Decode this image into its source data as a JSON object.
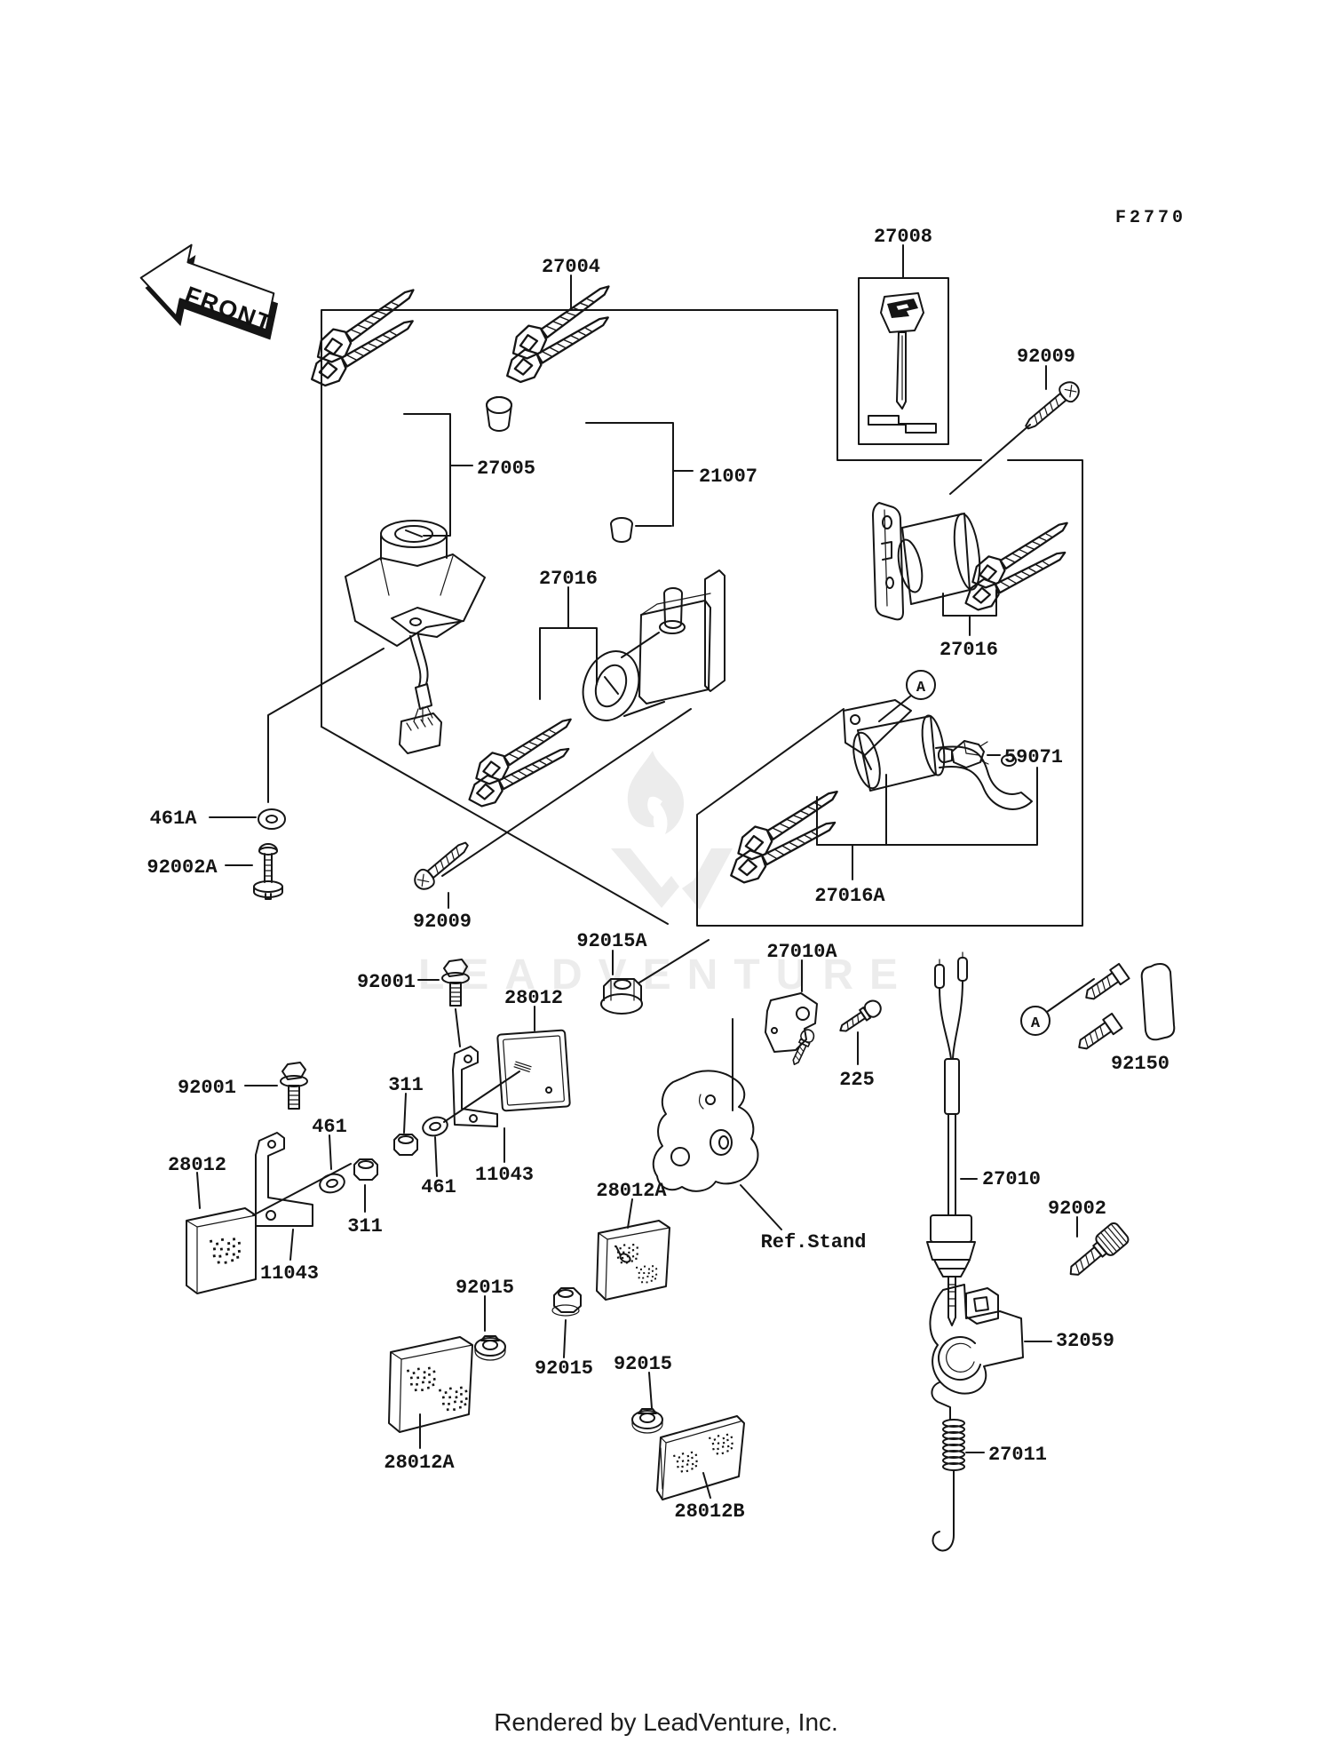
{
  "page": {
    "figure_code": "F2770",
    "front_arrow": "FRONT",
    "watermark": "LEADVENTURE",
    "footer": "Rendered by LeadVenture, Inc."
  },
  "markers": {
    "detail_a": "A"
  },
  "callouts": [
    {
      "part": "27004"
    },
    {
      "part": "27008"
    },
    {
      "part": "92009"
    },
    {
      "part": "27005"
    },
    {
      "part": "21007"
    },
    {
      "part": "27016"
    },
    {
      "part": "27016"
    },
    {
      "part": "59071"
    },
    {
      "part": "27016A"
    },
    {
      "part": "461A"
    },
    {
      "part": "92002A"
    },
    {
      "part": "92009"
    },
    {
      "part": "92015A"
    },
    {
      "part": "27010A"
    },
    {
      "part": "92001"
    },
    {
      "part": "28012"
    },
    {
      "part": "225"
    },
    {
      "part": "92150"
    },
    {
      "part": "92001"
    },
    {
      "part": "311"
    },
    {
      "part": "461"
    },
    {
      "part": "28012"
    },
    {
      "part": "11043"
    },
    {
      "part": "461"
    },
    {
      "part": "311"
    },
    {
      "part": "27010"
    },
    {
      "part": "92002"
    },
    {
      "part": "11043"
    },
    {
      "part": "92015"
    },
    {
      "part": "32059"
    },
    {
      "part": "92015"
    },
    {
      "part": "92015"
    },
    {
      "part": "28012A"
    },
    {
      "part": "28012A"
    },
    {
      "part": "27011"
    },
    {
      "part": "28012B"
    },
    {
      "part": "Ref.Stand"
    }
  ]
}
